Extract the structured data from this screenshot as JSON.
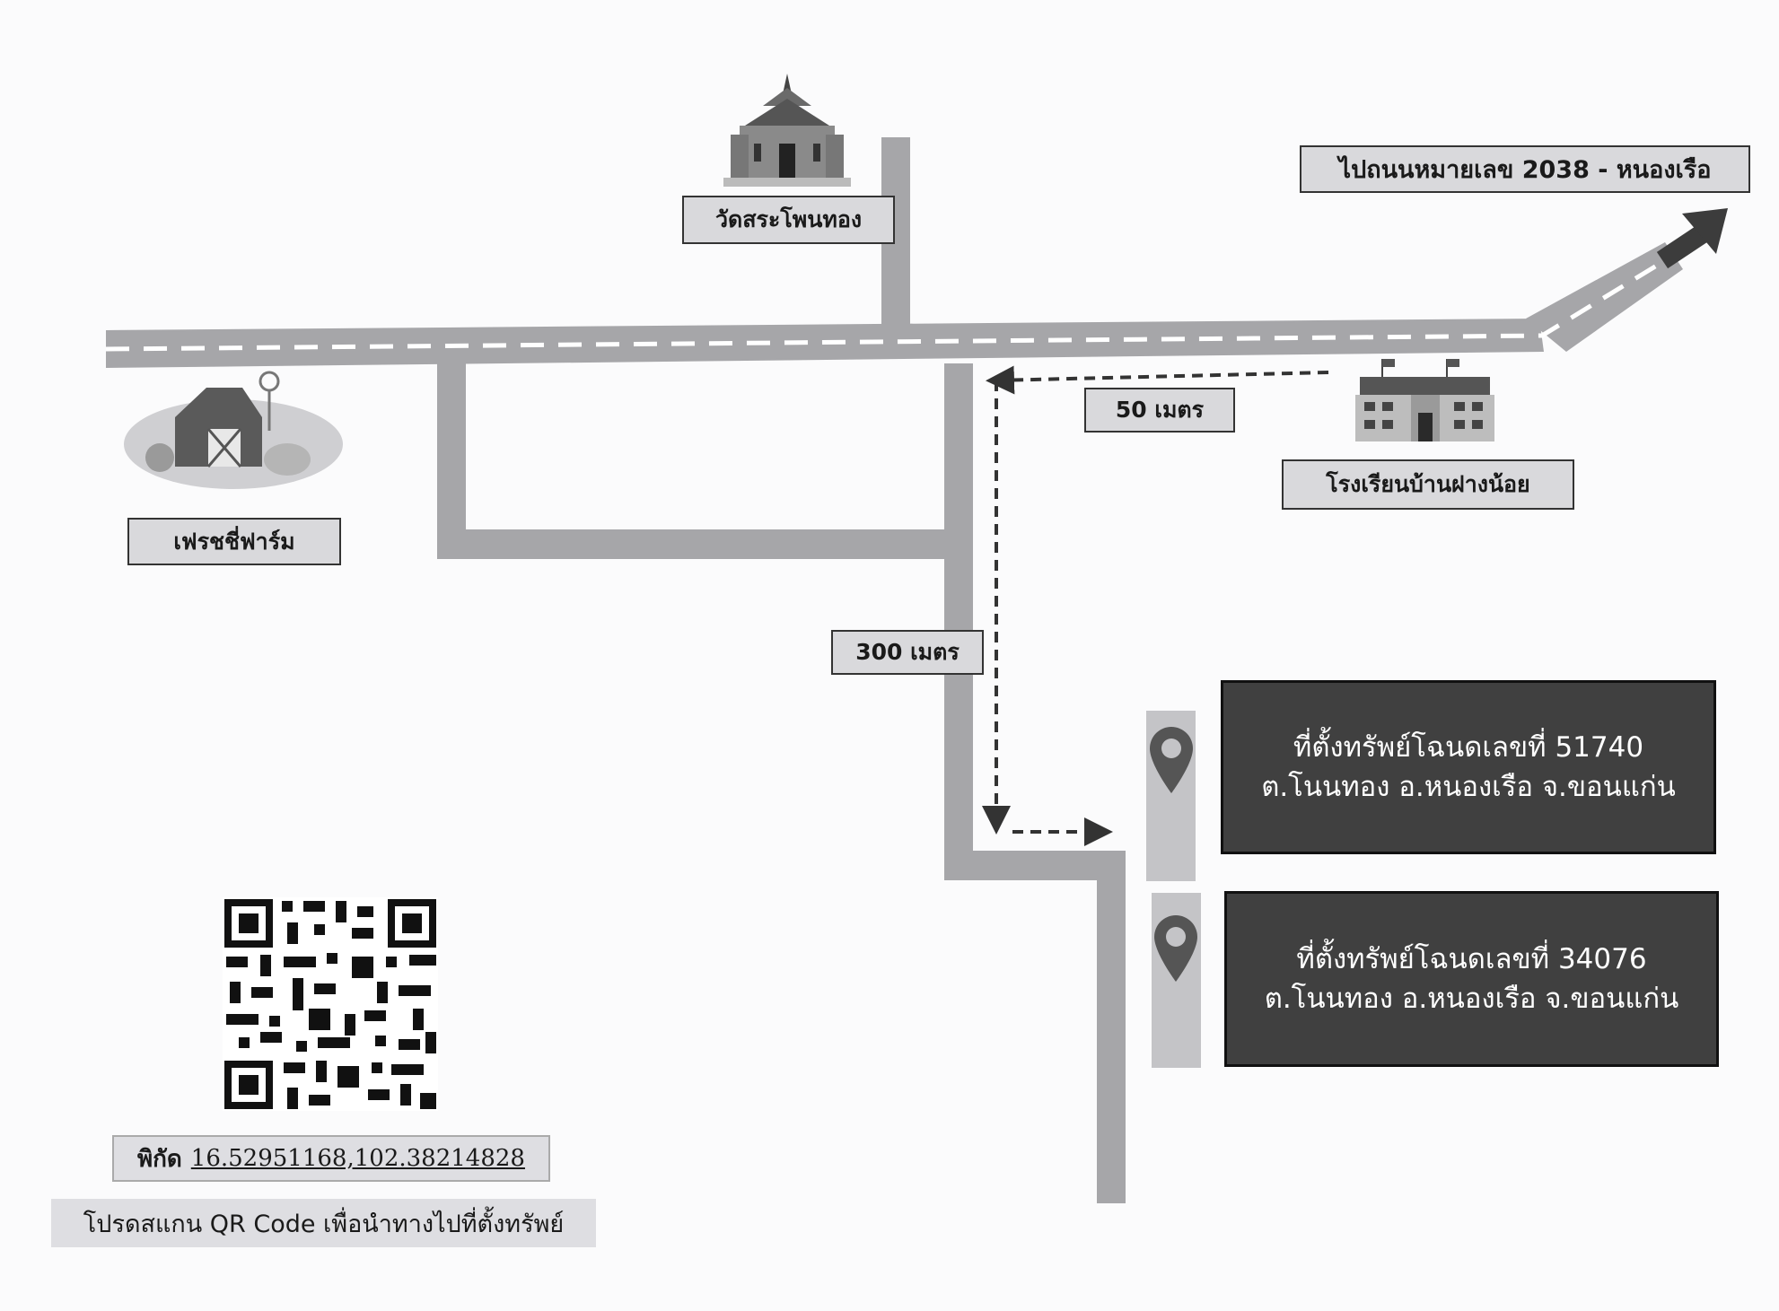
{
  "places": {
    "temple": "วัดสระโพนทอง",
    "farm": "เฟรชชี่ฟาร์ม",
    "school": "โรงเรียนบ้านฝางน้อย"
  },
  "road_sign": "ไปถนนหมายเลข 2038 - หนองเรือ",
  "distances": {
    "d50": "50 เมตร",
    "d300": "300 เมตร"
  },
  "properties": [
    {
      "line1": "ที่ตั้งทรัพย์โฉนดเลขที่ 51740",
      "line2": "ต.โนนทอง อ.หนองเรือ จ.ขอนแก่น"
    },
    {
      "line1": "ที่ตั้งทรัพย์โฉนดเลขที่ 34076",
      "line2": "ต.โนนทอง อ.หนองเรือ จ.ขอนแก่น"
    }
  ],
  "footer": {
    "coord_label": "พิกัด",
    "coord_value": "16.52951168,102.38214828",
    "scan_text": "โปรดสแกน QR Code เพื่อนำทางไปที่ตั้งทรัพย์"
  },
  "icons": [
    "temple-icon",
    "farm-barn-icon",
    "school-building-icon",
    "location-pin-icon",
    "qr-code",
    "direction-arrow-icon"
  ],
  "colors": {
    "road": "#a6a6a9",
    "road_edge": "#8f8f93",
    "label_bg": "#d9d9dc",
    "dark_box": "#404040"
  }
}
